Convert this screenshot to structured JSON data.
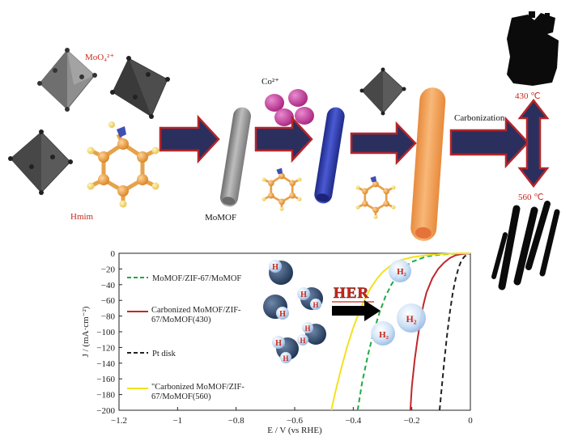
{
  "labels": {
    "moo4": "MoO₄²⁺",
    "hmim": "Hmim",
    "co2": "Co²⁺",
    "momof": "MoMOF",
    "carbonization": "Carbonization",
    "t430": "430 ℃",
    "t560": "560 ℃",
    "her": "HER",
    "h": "H",
    "h2": "H₂"
  },
  "colors": {
    "arrow_fill": "#2b2f5e",
    "arrow_stroke": "#b3262b",
    "rod_gray": "#9a9a9a",
    "rod_blue": "#2f3fb0",
    "rod_orange": "#f4a15a",
    "cobalt": "#c23fa0",
    "ring": "#e39a3a",
    "green": "#22a845",
    "red": "#c0282a",
    "black": "#222222",
    "yellow": "#f2e21c"
  },
  "chart_data": {
    "type": "line",
    "xlabel": "E / V (vs RHE)",
    "ylabel": "J / (mA·cm⁻²)",
    "xlim": [
      -1.2,
      0
    ],
    "ylim": [
      -200,
      0
    ],
    "xticks": [
      "−1.2",
      "−1",
      "−0.8",
      "−0.6",
      "−0.4",
      "−0.2",
      "0"
    ],
    "yticks": [
      "0",
      "−20",
      "−40",
      "−60",
      "−80",
      "−100",
      "−120",
      "−140",
      "−160",
      "−180",
      "−200"
    ],
    "xtick_values": [
      -1.2,
      -1.0,
      -0.8,
      -0.6,
      -0.4,
      -0.2,
      0
    ],
    "ytick_values": [
      0,
      -20,
      -40,
      -60,
      -80,
      -100,
      -120,
      -140,
      -160,
      -180,
      -200
    ],
    "series": [
      {
        "name": "MoMOF/ZIF-67/MoMOF",
        "style": "dashed",
        "color": "#22a845",
        "x": [
          -0.385,
          -0.37,
          -0.35,
          -0.33,
          -0.31,
          -0.29,
          -0.27,
          -0.25,
          -0.23,
          -0.2,
          -0.15,
          -0.1,
          -0.05,
          0
        ],
        "y": [
          -200,
          -165,
          -130,
          -100,
          -75,
          -55,
          -40,
          -28,
          -19,
          -11,
          -4,
          -1.5,
          -0.5,
          0
        ]
      },
      {
        "name": "Carbonized MoMOF/ZIF-67/MoMOF(430)",
        "style": "solid",
        "color": "#c0282a",
        "x": [
          -0.205,
          -0.2,
          -0.19,
          -0.18,
          -0.17,
          -0.16,
          -0.15,
          -0.13,
          -0.11,
          -0.09,
          -0.07,
          -0.05,
          -0.03,
          0
        ],
        "y": [
          -200,
          -170,
          -135,
          -108,
          -85,
          -65,
          -50,
          -32,
          -20,
          -12,
          -6,
          -2.5,
          -1,
          0
        ]
      },
      {
        "name": "Pt disk",
        "style": "dashed",
        "color": "#222222",
        "x": [
          -0.105,
          -0.1,
          -0.09,
          -0.08,
          -0.07,
          -0.06,
          -0.05,
          -0.04,
          -0.03,
          -0.02,
          -0.01,
          0
        ],
        "y": [
          -200,
          -180,
          -140,
          -105,
          -75,
          -50,
          -32,
          -18,
          -9,
          -4,
          -1.5,
          0
        ]
      },
      {
        "name": "\"Carbonized MoMOF/ZIF-67/MoMOF(560)",
        "style": "solid",
        "color": "#f2e21c",
        "x": [
          -0.475,
          -0.46,
          -0.44,
          -0.42,
          -0.4,
          -0.38,
          -0.36,
          -0.34,
          -0.32,
          -0.3,
          -0.27,
          -0.24,
          -0.2,
          -0.15,
          -0.1,
          -0.05,
          0
        ],
        "y": [
          -200,
          -175,
          -145,
          -118,
          -95,
          -75,
          -58,
          -44,
          -33,
          -24,
          -15,
          -9,
          -5,
          -2.5,
          -1,
          -0.3,
          0
        ]
      }
    ]
  }
}
